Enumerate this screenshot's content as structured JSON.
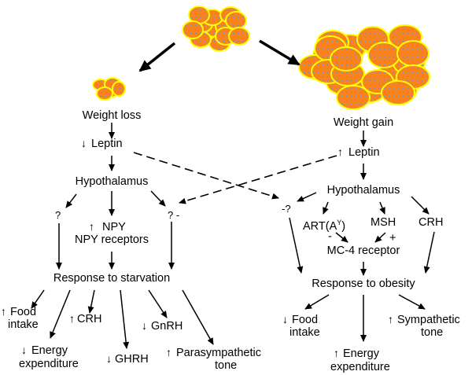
{
  "colors": {
    "cell_fill": "#f7821e",
    "cell_border": "#ffff00",
    "line": "#000000",
    "background": "#ffffff"
  },
  "clusters": {
    "origin": "fat-cell-cluster",
    "loss": "small-fat-cell-cluster",
    "gain": "large-fat-cell-cluster"
  },
  "left": {
    "title": "Weight loss",
    "leptin_dir": "↓",
    "leptin": "Leptin",
    "hypothalamus": "Hypothalamus",
    "unknown_left": "?",
    "unknown_right": "? -",
    "npy_dir": "↑",
    "npy": "NPY",
    "npy_receptors": "NPY receptors",
    "response": "Response to starvation",
    "outcomes": [
      {
        "dir": "↑",
        "line1": "Food",
        "line2": "intake"
      },
      {
        "dir": "↓",
        "line1": "Energy",
        "line2": "expenditure"
      },
      {
        "dir": "↑",
        "line1": "CRH",
        "line2": ""
      },
      {
        "dir": "↓",
        "line1": "GHRH",
        "line2": ""
      },
      {
        "dir": "↓",
        "line1": "GnRH",
        "line2": ""
      },
      {
        "dir": "↑",
        "line1": "Parasympathetic",
        "line2": "tone"
      }
    ]
  },
  "right": {
    "title": "Weight gain",
    "leptin_dir": "↑",
    "leptin": "Leptin",
    "hypothalamus": "Hypothalamus",
    "unknown": "-?",
    "art": "ART(A",
    "art_sup": "Y",
    "art_close": ")",
    "msh": "MSH",
    "crh": "CRH",
    "minus": "-",
    "plus": "+",
    "mc4": "MC-4 receptor",
    "response": "Response to obesity",
    "outcomes": [
      {
        "dir": "↓",
        "line1": "Food",
        "line2": "intake"
      },
      {
        "dir": "↑",
        "line1": "Energy",
        "line2": "expenditure"
      },
      {
        "dir": "↑",
        "line1": "Sympathetic",
        "line2": "tone"
      }
    ]
  }
}
